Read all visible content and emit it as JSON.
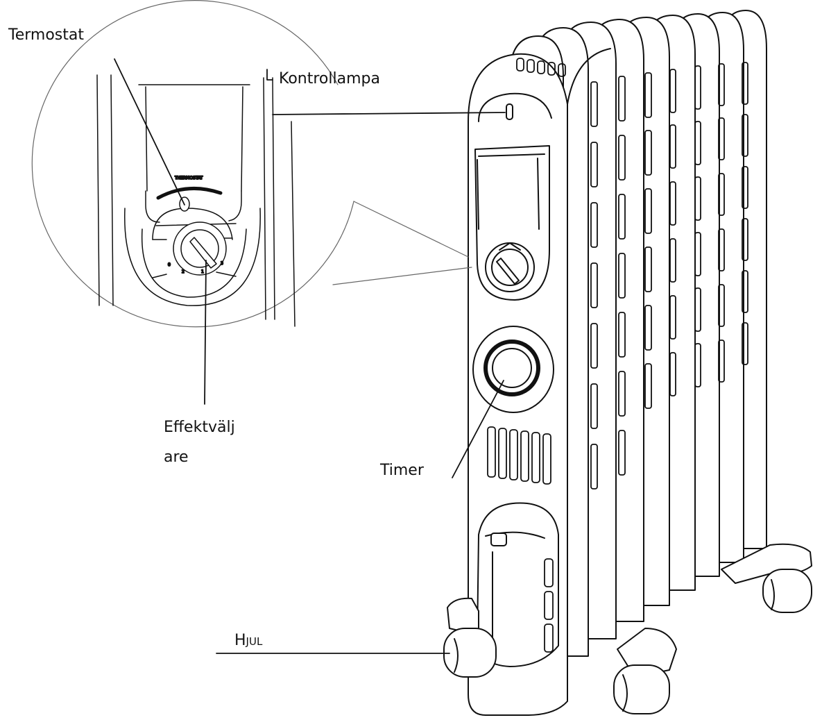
{
  "labels": {
    "thermostat": "Termostat",
    "indicator_lamp": "Kontrollampa",
    "power_selector_line1": "Effektvälj",
    "power_selector_line2": "are",
    "timer": "Timer",
    "wheel_initial": "H",
    "wheel_rest": "JUL"
  },
  "dial_markings": {
    "thermostat_word": "THERMOSTAT",
    "positions": [
      "0",
      "2",
      "1",
      "3"
    ]
  },
  "colors": {
    "ink": "#111111",
    "fill": "#ffffff",
    "accent_ring": "#111111"
  }
}
